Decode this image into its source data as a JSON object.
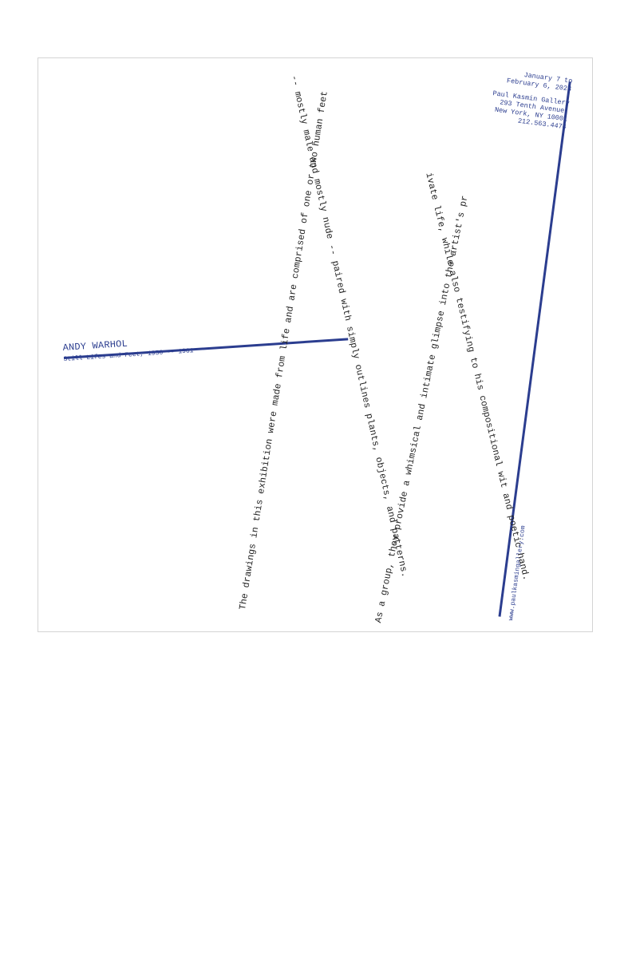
{
  "exhibition": {
    "artist": "ANDY WARHOL",
    "subtitle": "Still Lifes and Feet, 1956 -- 1961"
  },
  "dates": {
    "line1": "January 7 to",
    "line2": "February 6, 2023"
  },
  "gallery": {
    "name": "Paul Kasmin Gallery",
    "address1": "293 Tenth Avenue,",
    "address2": "New York, NY 10001",
    "phone": "212.563.4474",
    "website": "www.paulkasmingallery.com"
  },
  "body_text": {
    "line1": "The drawings in this exhibition were made from life and are comprised of one or two human feet",
    "line2": "-- mostly male and mostly nude -- paired with simply outlines plants, objects, and patterns.",
    "line3": "As a group, they provide a whimsical and intimate glimpse into the artist's pr",
    "line4": "ivate life, while also testifying to his compositional wit and poetic hand."
  },
  "colors": {
    "accent": "#2b3d8f",
    "text": "#222222",
    "border": "#d4d4d4"
  }
}
